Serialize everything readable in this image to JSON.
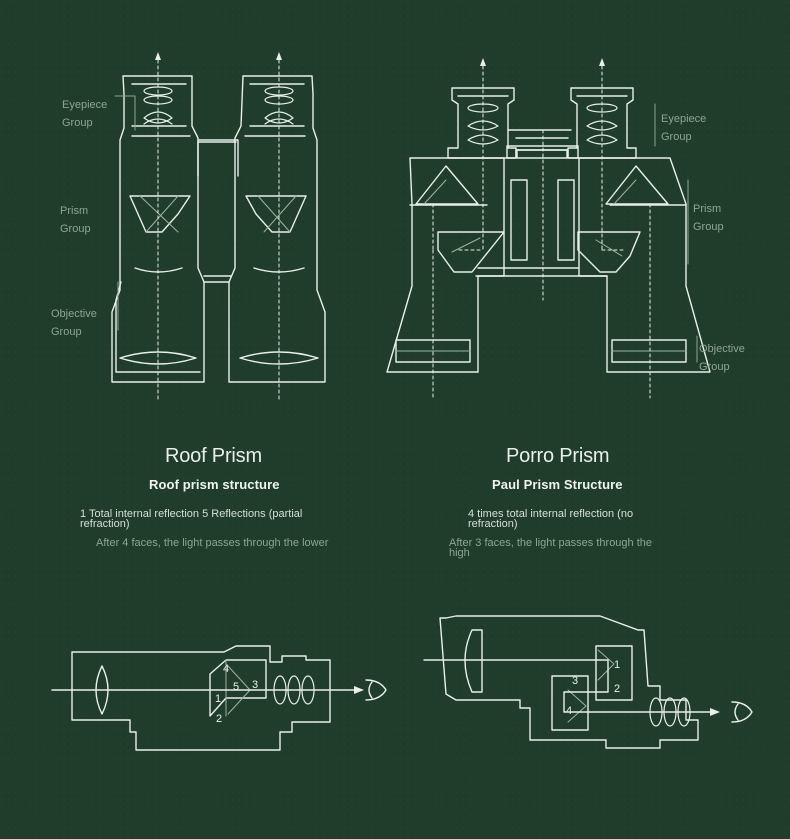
{
  "roof": {
    "title": "Roof Prism",
    "subtitle": "Roof prism structure",
    "description": "1 Total internal reflection 5 Reflections (partial refraction)",
    "note": "After 4 faces, the light passes through the lower",
    "labels": {
      "eyepiece_line1": "Eyepiece",
      "eyepiece_line2": "Group",
      "prism_line1": "Prism",
      "prism_line2": "Group",
      "objective_line1": "Objective",
      "objective_line2": "Group"
    },
    "path_numbers": [
      "1",
      "2",
      "3",
      "4",
      "5"
    ]
  },
  "porro": {
    "title": "Porro Prism",
    "subtitle": "Paul Prism Structure",
    "description": "4 times total internal reflection (no refraction)",
    "note": "After 3 faces, the light passes through the high",
    "labels": {
      "eyepiece_line1": "Eyepiece",
      "eyepiece_line2": "Group",
      "prism_line1": "Prism",
      "prism_line2": "Group",
      "objective_line1": "Objective",
      "objective_line2": "Group"
    },
    "path_numbers": [
      "1",
      "2",
      "3",
      "4"
    ]
  },
  "colors": {
    "background": "#1f3d2a",
    "line": "#e9f0ea",
    "label": "#8fa593",
    "hatch": "#9fb2a3"
  }
}
